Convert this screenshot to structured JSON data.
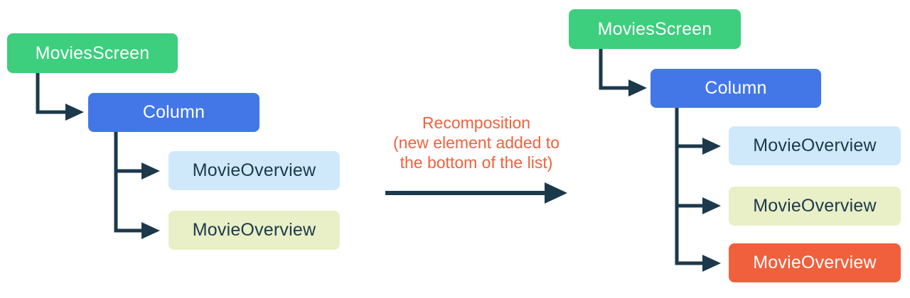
{
  "diagram": {
    "before_tree": {
      "root": {
        "label": "MoviesScreen",
        "color": "#3DCE7E"
      },
      "container": {
        "label": "Column",
        "color": "#4377E8"
      },
      "leaves": [
        {
          "label": "MovieOverview",
          "color": "#CFE9FA"
        },
        {
          "label": "MovieOverview",
          "color": "#E9EFC6"
        }
      ]
    },
    "transition": {
      "lines": [
        "Recomposition",
        "(new element added to",
        "the bottom of the list)"
      ],
      "text_color": "#F1613D"
    },
    "after_tree": {
      "root": {
        "label": "MoviesScreen",
        "color": "#3DCE7E"
      },
      "container": {
        "label": "Column",
        "color": "#4377E8"
      },
      "leaves": [
        {
          "label": "MovieOverview",
          "color": "#CFE9FA"
        },
        {
          "label": "MovieOverview",
          "color": "#E9EFC6"
        },
        {
          "label": "MovieOverview",
          "color": "#F0603D",
          "added": true
        }
      ]
    },
    "connector_color": "#1C394B",
    "background_color": "#FFFFFF"
  }
}
